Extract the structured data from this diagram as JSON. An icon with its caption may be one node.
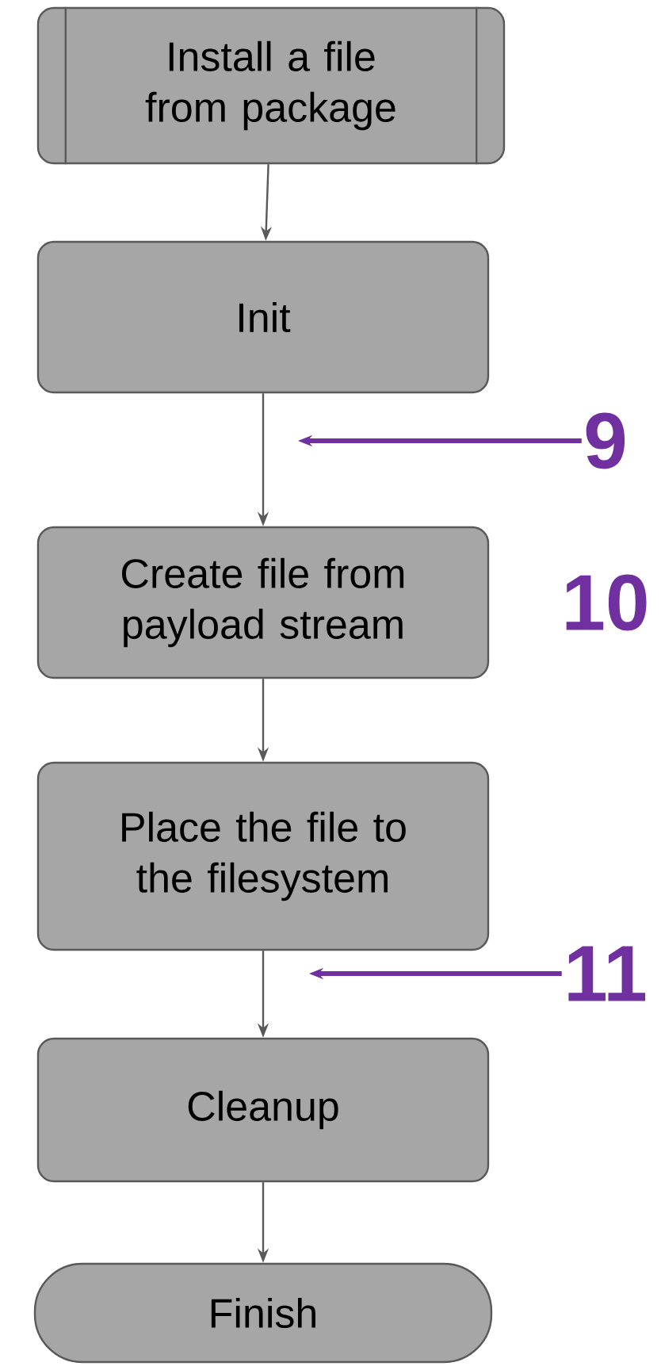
{
  "diagram": {
    "nodes": [
      {
        "text": [
          "Install a file from package"
        ]
      },
      {
        "text": [
          "Init"
        ]
      },
      {
        "text": [
          "Create file from payload stream"
        ]
      },
      {
        "text": [
          "Place the file to the filesystem"
        ]
      },
      {
        "text": [
          "Cleanup"
        ]
      },
      {
        "text": [
          "Finish"
        ]
      },
      {
        "text": [
          "9"
        ]
      },
      {
        "text": [
          "11"
        ]
      }
    ],
    "edges": [
      {
        "from": 0,
        "to": 1,
        "arrow": "to"
      },
      {
        "from": 1,
        "to": 2,
        "arrow": "to"
      },
      {
        "from": 2,
        "to": 3,
        "arrow": "to"
      },
      {
        "from": 3,
        "to": 4,
        "arrow": "to"
      },
      {
        "from": 4,
        "to": 5,
        "arrow": "to"
      },
      {
        "from": 6,
        "to": null,
        "arrow": "to",
        "style": "thick",
        "color": "#7030a0"
      },
      {
        "from": 7,
        "to": null,
        "arrow": "to",
        "style": "thick",
        "color": "#7030a0"
      }
    ],
    "labels": [
      "10"
    ]
  }
}
